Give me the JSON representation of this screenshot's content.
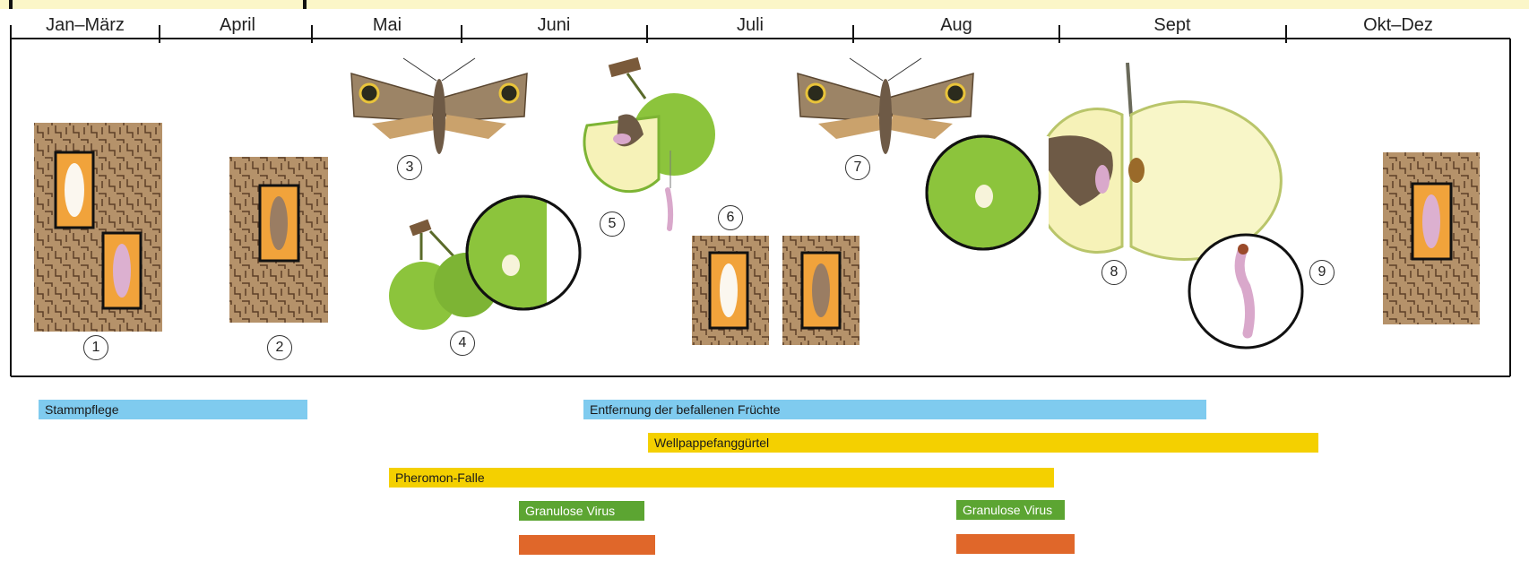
{
  "months": [
    "Jan–März",
    "April",
    "Mai",
    "Juni",
    "Juli",
    "Aug",
    "Sept",
    "Okt–Dez"
  ],
  "stage_numbers": [
    "1",
    "2",
    "3",
    "4",
    "5",
    "6",
    "7",
    "8",
    "9"
  ],
  "measures": {
    "stammpflege": "Stammpflege",
    "entfernung": "Entfernung der befallenen Früchte",
    "wellpappe": "Wellpappefanggürtel",
    "pheromon": "Pheromon-Falle",
    "granulose_1": "Granulose Virus",
    "granulose_2": "Granulose Virus"
  },
  "colors": {
    "bark": "#b5926a",
    "bark_dark": "#6d4d33",
    "window": "#f1a33b",
    "apple_green": "#8cc43c",
    "apple_light": "#f6f2b8",
    "moth": "#a8865a",
    "measure_blue": "#7fcbef",
    "measure_yellow": "#f4d000",
    "measure_green": "#5ca532",
    "measure_orange": "#e0672a"
  },
  "icons": [
    "bark-cocoon-icon",
    "moth-icon",
    "apple-icon",
    "egg-magnifier-icon",
    "larva-icon"
  ]
}
